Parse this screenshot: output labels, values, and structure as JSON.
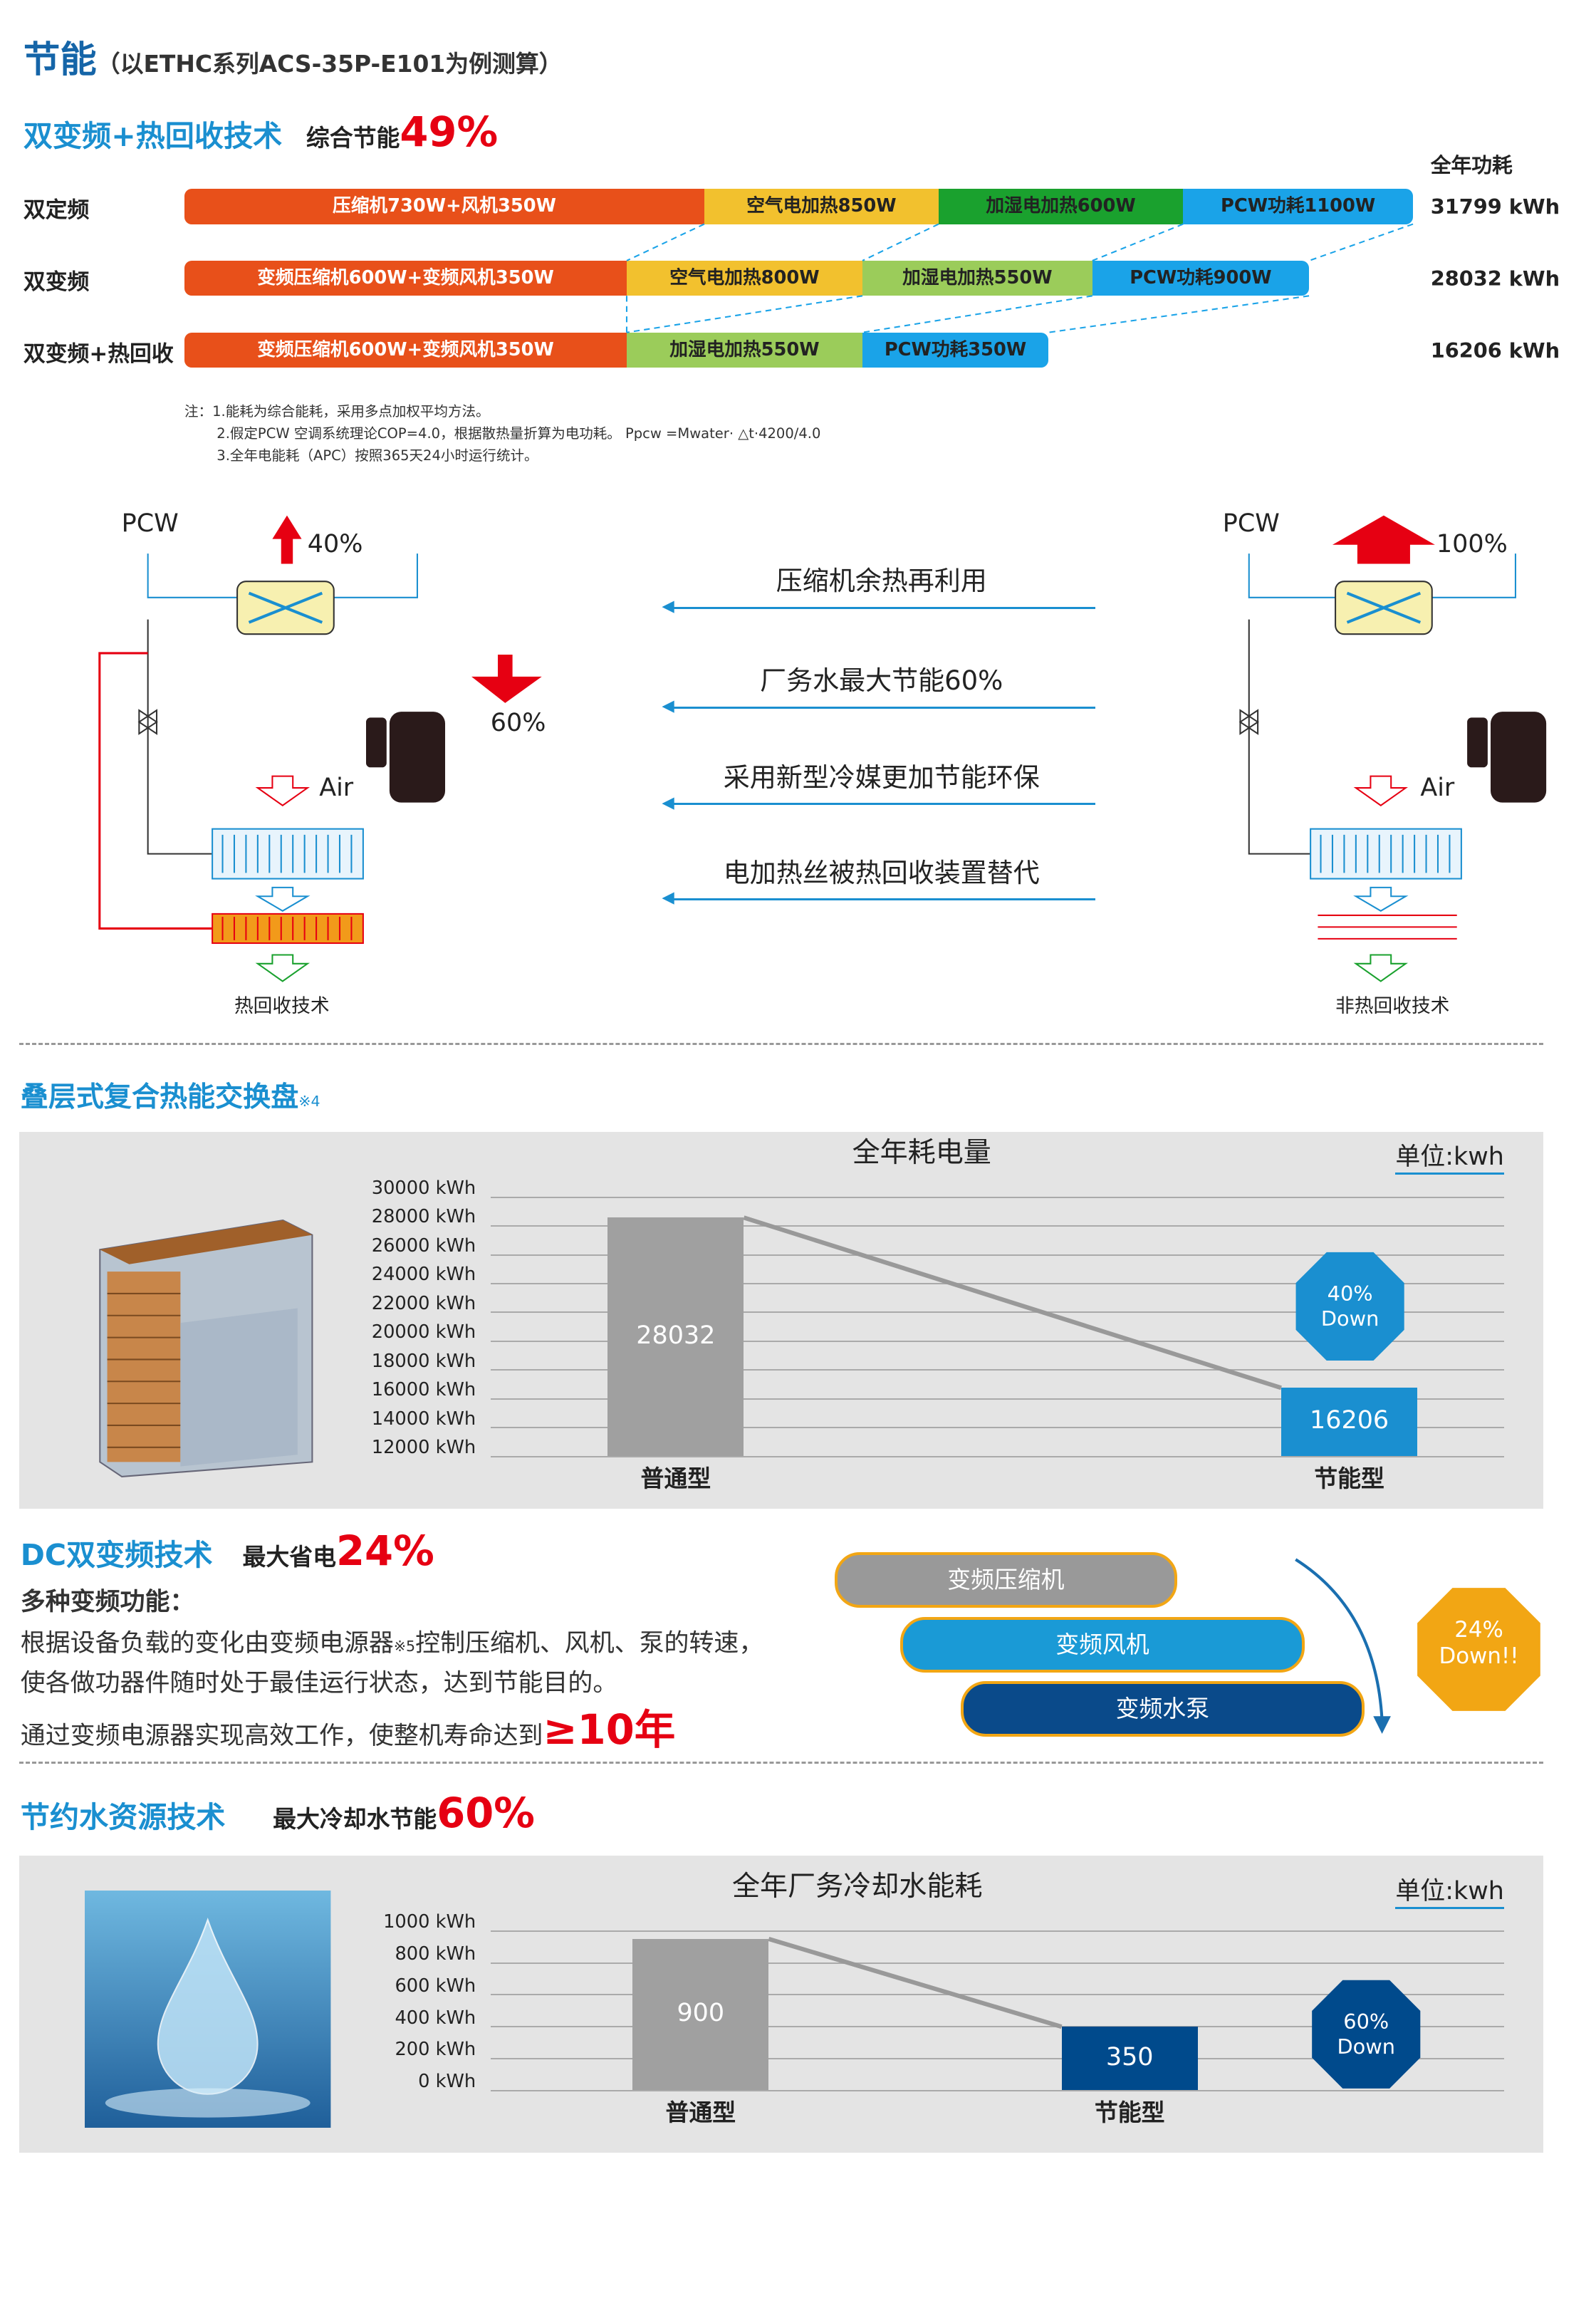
{
  "header": {
    "title": "节能",
    "subtitle": "（以ETHC系列ACS-35P-E101为例测算）"
  },
  "dual": {
    "title": "双变频+热回收技术",
    "saving_label": "综合节能",
    "saving_value": "49%",
    "annual_power_header": "全年功耗",
    "rows": [
      {
        "label": "双定频",
        "kwh": "31799 kWh",
        "segments": [
          {
            "text": "压缩机730W+风机350W",
            "color": "#e8501a"
          },
          {
            "text": "空气电加热850W",
            "color": "#f2c12e"
          },
          {
            "text": "加湿电加热600W",
            "color": "#1aa12e"
          },
          {
            "text": "PCW功耗1100W",
            "color": "#1aa3e8"
          }
        ]
      },
      {
        "label": "双变频",
        "kwh": "28032 kWh",
        "segments": [
          {
            "text": "变频压缩机600W+变频风机350W",
            "color": "#e8501a"
          },
          {
            "text": "空气电加热800W",
            "color": "#f2c12e"
          },
          {
            "text": "加湿电加热550W",
            "color": "#9bcc5a"
          },
          {
            "text": "PCW功耗900W",
            "color": "#1aa3e8"
          }
        ]
      },
      {
        "label": "双变频+热回收",
        "kwh": "16206 kWh",
        "segments": [
          {
            "text": "变频压缩机600W+变频风机350W",
            "color": "#e8501a"
          },
          {
            "text": "加湿电加热550W",
            "color": "#9bcc5a"
          },
          {
            "text": "PCW功耗350W",
            "color": "#1aa3e8"
          }
        ]
      }
    ],
    "notes": [
      "注：1.能耗为综合能耗，采用多点加权平均方法。",
      "2.假定PCW 空调系统理论COP=4.0，根据散热量折算为电功耗。 Ppcw =Mwater· △t·4200/4.0",
      "3.全年电能耗（APC）按照365天24小时运行统计。"
    ]
  },
  "diagram": {
    "left": {
      "pcw": "PCW",
      "up_pct": "40%",
      "down_pct": "60%",
      "air": "Air",
      "caption": "热回收技术"
    },
    "right": {
      "pcw": "PCW",
      "up_pct": "100%",
      "air": "Air",
      "caption": "非热回收技术"
    },
    "features": [
      "压缩机余热再利用",
      "厂务水最大节能60%",
      "采用新型冷媒更加节能环保",
      "电加热丝被热回收装置替代"
    ]
  },
  "stack": {
    "title": "叠层式复合热能交换盘",
    "footnote": "※4"
  },
  "chart_data": [
    {
      "type": "bar",
      "title": "全年耗电量",
      "unit": "单位:kwh",
      "categories": [
        "普通型",
        "节能型"
      ],
      "values": [
        28032,
        16206
      ],
      "ylim": [
        12000,
        30000
      ],
      "yticks": [
        "30000 kWh",
        "28000 kWh",
        "26000 kWh",
        "24000 kWh",
        "22000 kWh",
        "20000 kWh",
        "18000 kWh",
        "16000 kWh",
        "14000 kWh",
        "12000 kWh"
      ],
      "colors": [
        "#a0a0a0",
        "#1a8fd0"
      ],
      "badge": [
        "40%",
        "Down"
      ],
      "badge_color": "#1a8fd0"
    },
    {
      "type": "bar",
      "title": "全年厂务冷却水能耗",
      "unit": "单位:kwh",
      "categories": [
        "普通型",
        "节能型"
      ],
      "values": [
        900,
        350
      ],
      "ylim": [
        0,
        1000
      ],
      "yticks": [
        "1000 kWh",
        "800 kWh",
        "600 kWh",
        "400 kWh",
        "200 kWh",
        "0 kWh"
      ],
      "colors": [
        "#a0a0a0",
        "#004a8c"
      ],
      "badge": [
        "60%",
        "Down"
      ],
      "badge_color": "#004a8c"
    }
  ],
  "dc": {
    "title": "DC双变频技术",
    "saving_label": "最大省电",
    "saving_value": "24%",
    "subtitle": "多种变频功能：",
    "line1a": "根据设备负载的变化由变频电源器",
    "line1note": "※5",
    "line1b": "控制压缩机、风机、泵的转速，",
    "line2": "使各做功器件随时处于最佳运行状态，达到节能目的。",
    "line3": "通过变频电源器实现高效工作，使整机寿命达到",
    "line3red": "≥10年",
    "pills": [
      "变频压缩机",
      "变频风机",
      "变频水泵"
    ],
    "badge": [
      "24%",
      "Down!!"
    ]
  },
  "water": {
    "title": "节约水资源技术",
    "saving_label": "最大冷却水节能",
    "saving_value": "60%"
  }
}
